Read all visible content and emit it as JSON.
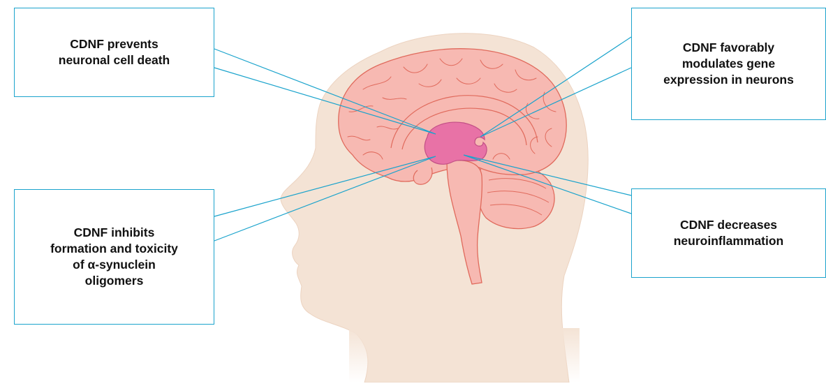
{
  "callouts": {
    "top_left": {
      "lines": [
        "CDNF prevents",
        "neuronal cell death"
      ]
    },
    "top_right": {
      "lines": [
        "CDNF favorably",
        "modulates gene",
        "expression in neurons"
      ]
    },
    "bottom_left": {
      "lines": [
        "CDNF inhibits",
        "formation and toxicity",
        "of α-synuclein",
        "oligomers"
      ]
    },
    "bottom_right": {
      "lines": [
        "CDNF decreases",
        "neuroinflammation"
      ]
    }
  },
  "colors": {
    "head_skin": "#f4e3d5",
    "brain_fill": "#f7b9b2",
    "brain_outline": "#e06a5c",
    "highlight": "#e872a6",
    "pointer_line": "#1aa3cc"
  }
}
